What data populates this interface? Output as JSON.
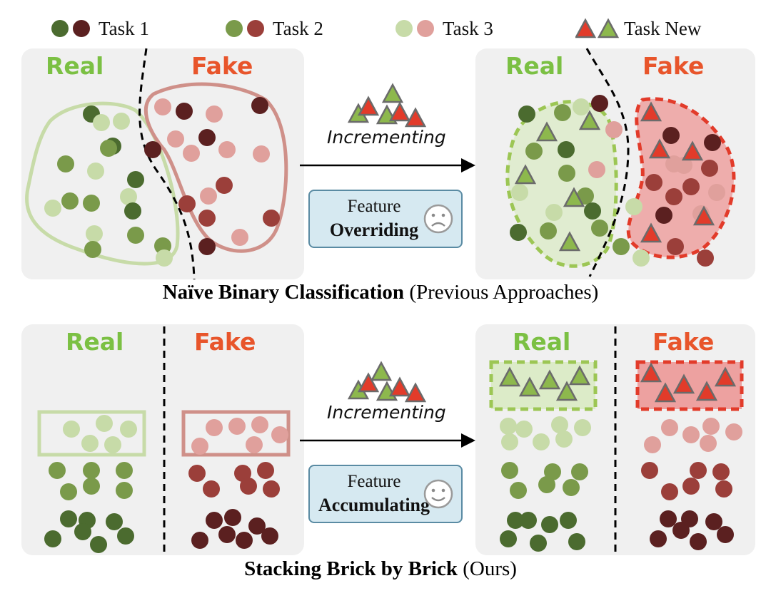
{
  "legend": {
    "task1": "Task 1",
    "task2": "Task 2",
    "task3": "Task 3",
    "task_new": "Task New"
  },
  "colors": {
    "task1_real": "#4b6b2f",
    "task1_fake": "#5b2020",
    "task2_real": "#7a9a4a",
    "task2_fake": "#9b3f3a",
    "task3_real": "#c7dba8",
    "task3_fake": "#e0a09c",
    "new_real": "#8db84d",
    "new_fake": "#e23b2a",
    "real_label": "#7bc043",
    "fake_label": "#e8552b"
  },
  "top": {
    "left_panel": {
      "real_label": "Real",
      "fake_label": "Fake"
    },
    "right_panel": {
      "real_label": "Real",
      "fake_label": "Fake"
    },
    "arrow_label": "Incrementing",
    "feature_box": {
      "line1": "Feature",
      "line2": "Overriding",
      "face": "sad-face-icon"
    },
    "caption_bold": "Naïve Binary Classification",
    "caption_rest": " (Previous Approaches)"
  },
  "bottom": {
    "left_panel": {
      "real_label": "Real",
      "fake_label": "Fake"
    },
    "right_panel": {
      "real_label": "Real",
      "fake_label": "Fake"
    },
    "arrow_label": "Incrementing",
    "feature_box": {
      "line1": "Feature",
      "line2": "Accumulating",
      "face": "happy-face-icon"
    },
    "caption_bold": "Stacking Brick by Brick",
    "caption_rest": " (Ours)"
  }
}
